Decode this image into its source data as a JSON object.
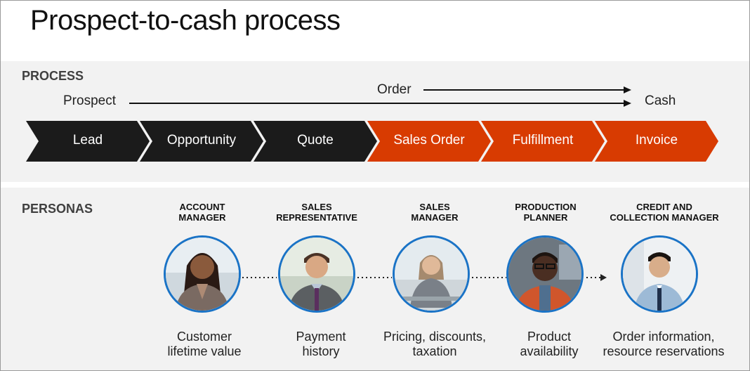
{
  "title": "Prospect-to-cash process",
  "process": {
    "label": "PROCESS",
    "flow_prospect": "Prospect",
    "flow_order": "Order",
    "flow_cash": "Cash",
    "stages": [
      {
        "label": "Lead",
        "color": "#1b1b1b"
      },
      {
        "label": "Opportunity",
        "color": "#1b1b1b"
      },
      {
        "label": "Quote",
        "color": "#1b1b1b"
      },
      {
        "label": "Sales Order",
        "color": "#d83b01"
      },
      {
        "label": "Fulfillment",
        "color": "#d83b01"
      },
      {
        "label": "Invoice",
        "color": "#d83b01"
      }
    ]
  },
  "personas": {
    "label": "PERSONAS",
    "items": [
      {
        "role_line1": "ACCOUNT",
        "role_line2": "MANAGER",
        "caption_line1": "Customer",
        "caption_line2": "lifetime value"
      },
      {
        "role_line1": "SALES",
        "role_line2": "REPRESENTATIVE",
        "caption_line1": "Payment",
        "caption_line2": "history"
      },
      {
        "role_line1": "SALES",
        "role_line2": "MANAGER",
        "caption_line1": "Pricing, discounts,",
        "caption_line2": "taxation"
      },
      {
        "role_line1": "PRODUCTION",
        "role_line2": "PLANNER",
        "caption_line1": "Product",
        "caption_line2": "availability"
      },
      {
        "role_line1": "CREDIT AND",
        "role_line2": "COLLECTION MANAGER",
        "caption_line1": "Order information,",
        "caption_line2": "resource reservations"
      }
    ]
  },
  "colors": {
    "dark_stage": "#1b1b1b",
    "accent_stage": "#d83b01",
    "avatar_ring": "#1a73c6"
  }
}
